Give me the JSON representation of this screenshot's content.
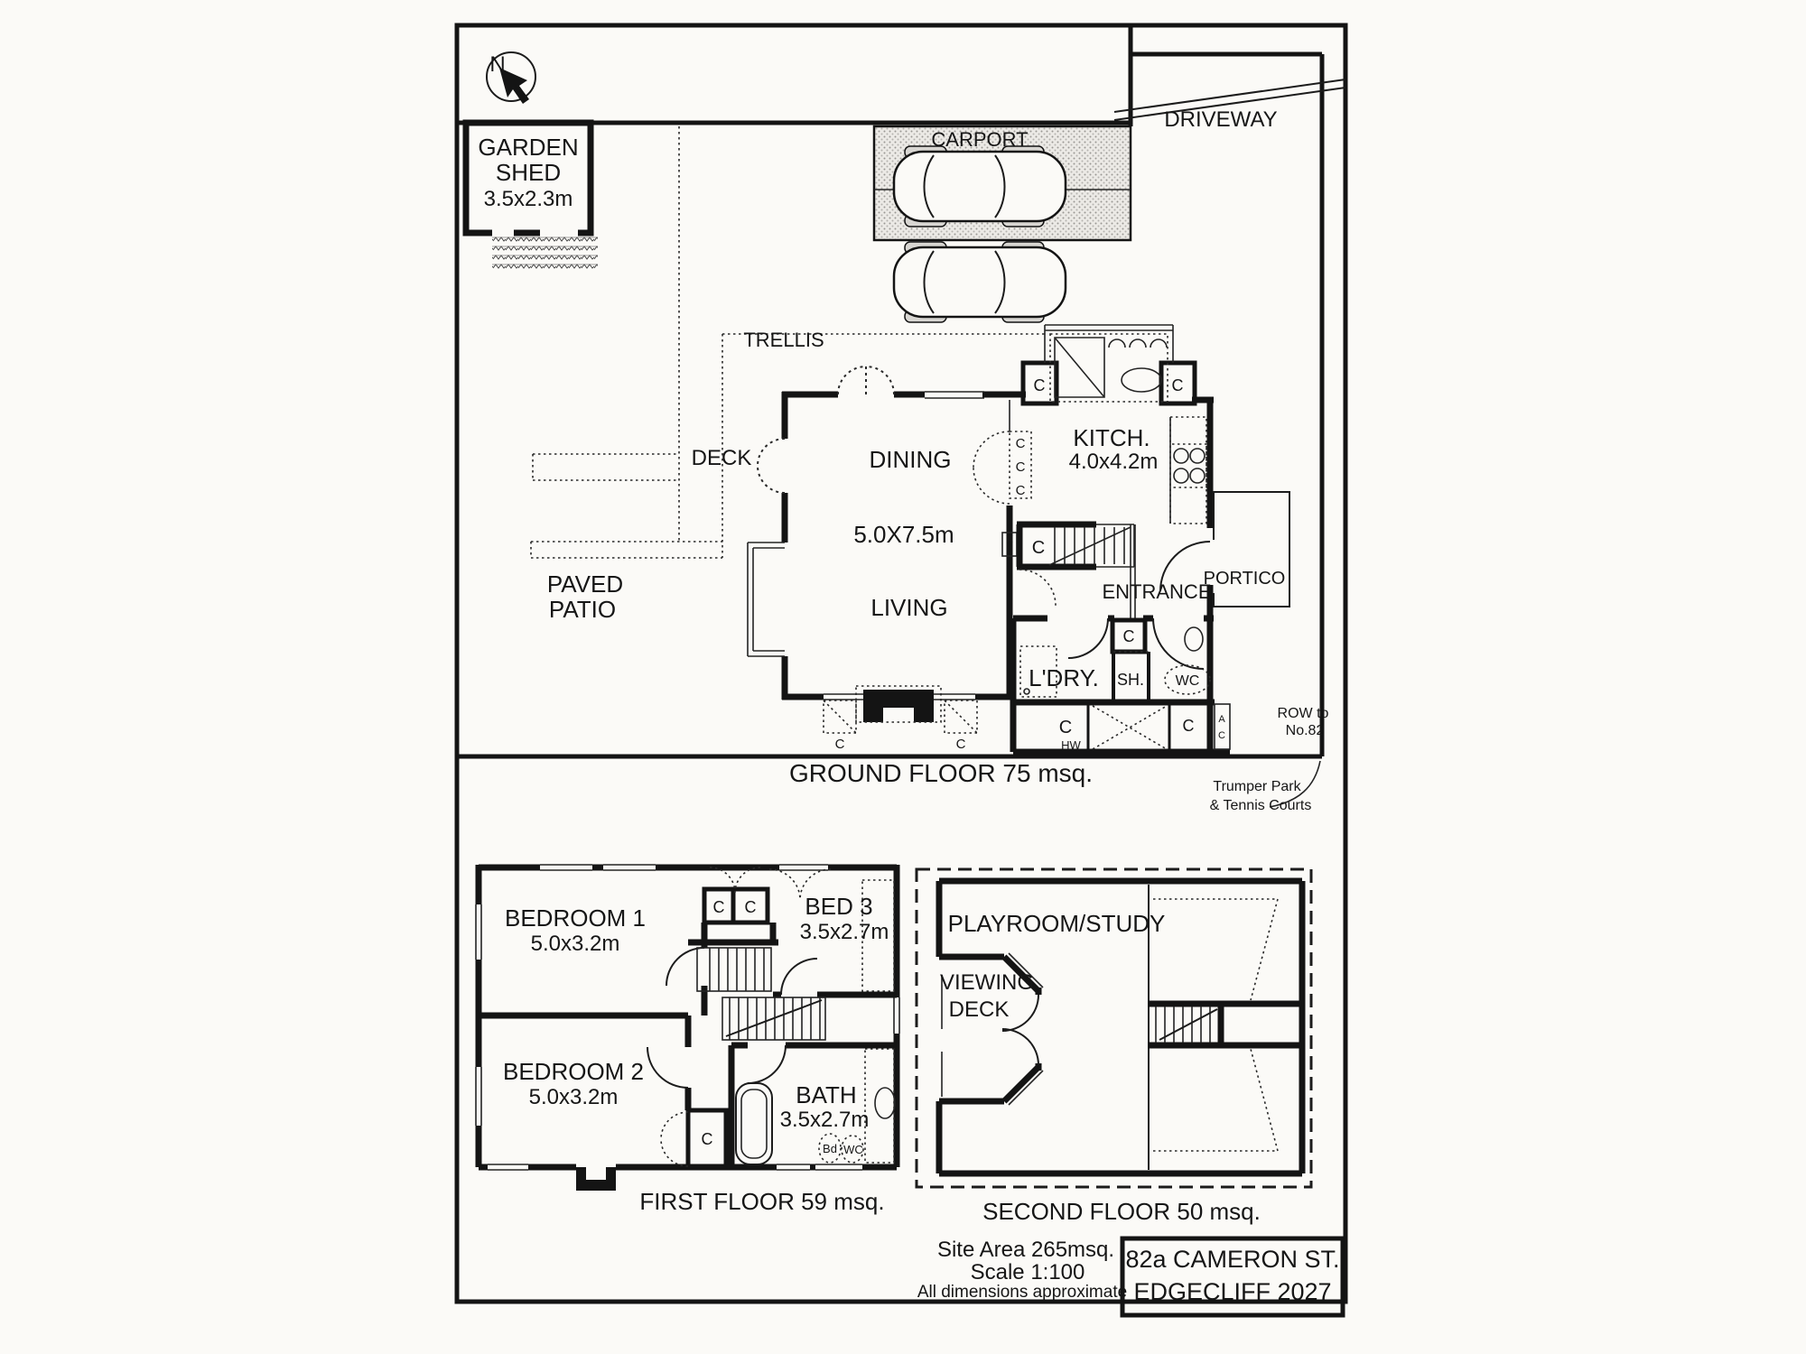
{
  "page": {
    "compass_n": "N",
    "address_line1": "82a  CAMERON ST.",
    "address_line2": "EDGECLIFF  2027",
    "site_area": "Site Area  265msq.",
    "scale": "Scale 1:100",
    "disclaimer": "All dimensions approximate"
  },
  "site": {
    "garden_shed_line1": "GARDEN",
    "garden_shed_line2": "SHED",
    "garden_shed_dims": "3.5x2.3m",
    "carport": "CARPORT",
    "driveway": "DRIVEWAY",
    "trellis": "TRELLIS",
    "deck": "DECK",
    "paved_patio_line1": "PAVED",
    "paved_patio_line2": "PATIO",
    "row_line1": "ROW to",
    "row_line2": "No.82",
    "park_line1": "Trumper Park",
    "park_line2": "& Tennis Courts"
  },
  "ground_floor": {
    "caption": "GROUND FLOOR 75 msq.",
    "dining": "DINING",
    "living_dining_dims": "5.0X7.5m",
    "living": "LIVING",
    "kitchen": "KITCH.",
    "kitchen_dims": "4.0x4.2m",
    "entrance": "ENTRANCE",
    "portico": "PORTICO",
    "laundry": "L'DRY.",
    "shower": "SH.",
    "wc": "WC",
    "hot_water": "HW"
  },
  "first_floor": {
    "caption": "FIRST FLOOR 59 msq.",
    "bedroom1": "BEDROOM 1",
    "bedroom1_dims": "5.0x3.2m",
    "bedroom2": "BEDROOM 2",
    "bedroom2_dims": "5.0x3.2m",
    "bed3": "BED 3",
    "bed3_dims": "3.5x2.7m",
    "bath": "BATH",
    "bath_dims": "3.5x2.7m",
    "bidet": "Bd",
    "wc": "WC"
  },
  "second_floor": {
    "caption": "SECOND FLOOR 50 msq.",
    "playroom": "PLAYROOM/STUDY",
    "viewing_line1": "VIEWING",
    "viewing_line2": "DECK"
  },
  "labels": {
    "closet": "C",
    "ac_top": "A",
    "ac_bottom": "C"
  }
}
